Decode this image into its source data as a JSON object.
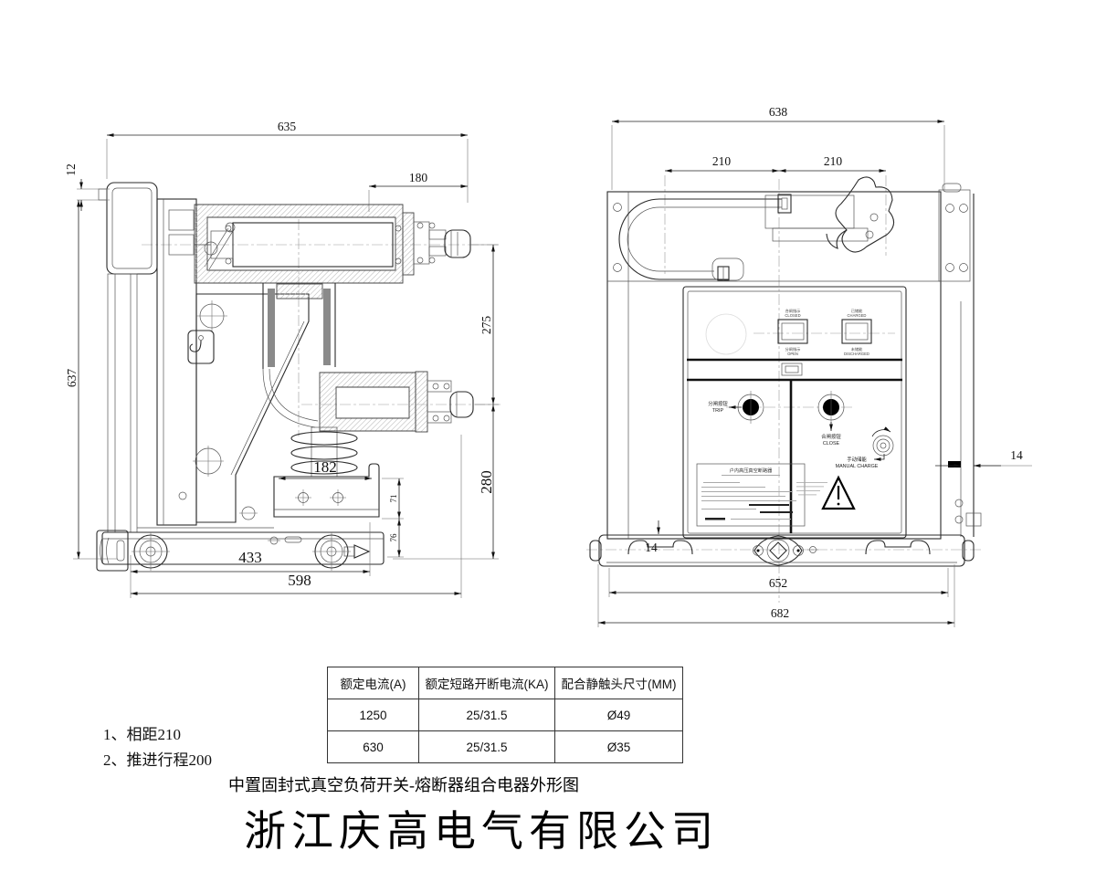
{
  "sheet": {
    "drawing_title": "中置固封式真空负荷开关-熔断器组合电器外形图",
    "company_name": "浙江庆高电气有限公司",
    "notes": {
      "line1": "1、相距210",
      "line2": "2、推进行程200"
    }
  },
  "spec_table": {
    "headers": [
      "额定电流(A)",
      "额定短路开断电流(KA)",
      "配合静触头尺寸(MM)"
    ],
    "rows": [
      [
        "1250",
        "25/31.5",
        "Ø49"
      ],
      [
        "630",
        "25/31.5",
        "Ø35"
      ]
    ]
  },
  "side_view": {
    "dims": {
      "overall_width": "635",
      "top_step": "12",
      "terminal_length": "180",
      "overall_height": "637",
      "terminal_spacing": "275",
      "lower_section_height": "280",
      "bracket_width": "182",
      "bracket_height": "71",
      "base_gap": "76",
      "wheel_span": "433",
      "base_length": "598"
    }
  },
  "front_view": {
    "dims": {
      "overall_width": "638",
      "phase_pitch_left": "210",
      "phase_pitch_right": "210",
      "side_plate_thickness": "14",
      "base_offset": "14",
      "rail_span": "652",
      "overall_base_width": "682"
    },
    "panel": {
      "close_indicator_cn": "合闸指示",
      "close_indicator_en": "CLOSED",
      "open_indicator_cn": "分闸指示",
      "open_indicator_en": "OPEN",
      "charged_cn": "已储能",
      "charged_en": "CHARGED",
      "discharged_cn": "未储能",
      "discharged_en": "DISCHARGED",
      "trip_cn": "分闸按钮",
      "trip_en": "TRIP",
      "close_cn": "合闸按钮",
      "close_en": "CLOSE",
      "manual_charge_cn": "手动储能",
      "manual_charge_en": "MANUAL CHARGE",
      "nameplate_title": "户内高压真空断路器"
    }
  }
}
